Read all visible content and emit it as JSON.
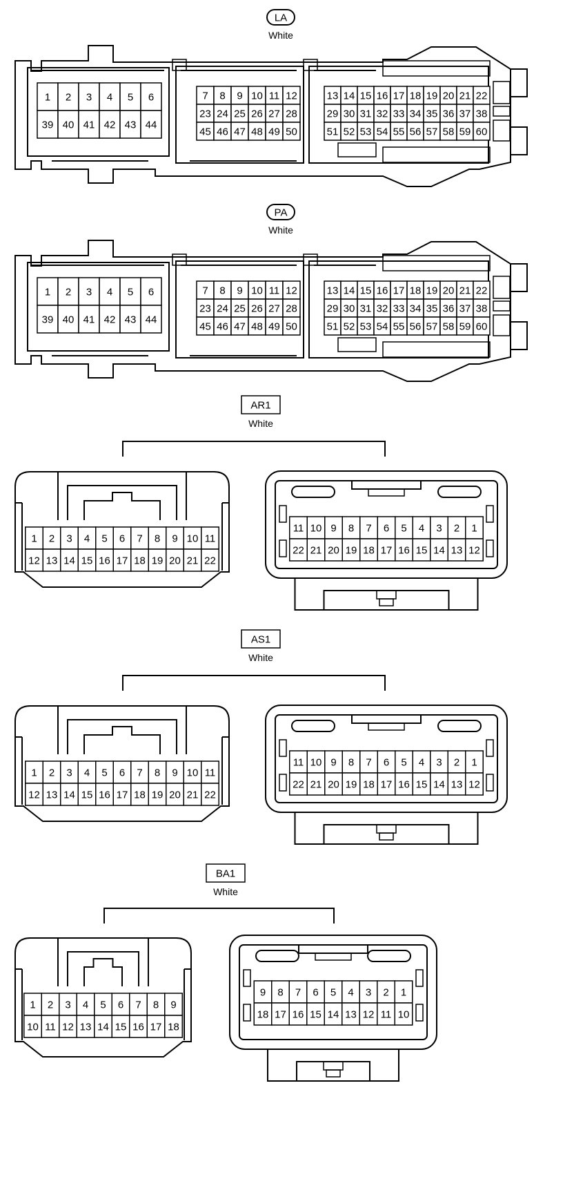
{
  "connectors": [
    {
      "id": "LA",
      "code": "LA",
      "color": "White",
      "label_style": "rounded",
      "pin_groups": [
        {
          "name": "left-block",
          "rows": [
            [
              "1",
              "2",
              "3",
              "4",
              "5",
              "6"
            ],
            [
              "39",
              "40",
              "41",
              "42",
              "43",
              "44"
            ]
          ]
        },
        {
          "name": "middle-block",
          "rows": [
            [
              "7",
              "8",
              "9",
              "10",
              "11",
              "12"
            ],
            [
              "23",
              "24",
              "25",
              "26",
              "27",
              "28"
            ],
            [
              "45",
              "46",
              "47",
              "48",
              "49",
              "50"
            ]
          ]
        },
        {
          "name": "right-block",
          "rows": [
            [
              "13",
              "14",
              "15",
              "16",
              "17",
              "18",
              "19",
              "20",
              "21",
              "22"
            ],
            [
              "29",
              "30",
              "31",
              "32",
              "33",
              "34",
              "35",
              "36",
              "37",
              "38"
            ],
            [
              "51",
              "52",
              "53",
              "54",
              "55",
              "56",
              "57",
              "58",
              "59",
              "60"
            ]
          ]
        }
      ]
    },
    {
      "id": "PA",
      "code": "PA",
      "color": "White",
      "label_style": "rounded",
      "pin_groups": [
        {
          "name": "left-block",
          "rows": [
            [
              "1",
              "2",
              "3",
              "4",
              "5",
              "6"
            ],
            [
              "39",
              "40",
              "41",
              "42",
              "43",
              "44"
            ]
          ]
        },
        {
          "name": "middle-block",
          "rows": [
            [
              "7",
              "8",
              "9",
              "10",
              "11",
              "12"
            ],
            [
              "23",
              "24",
              "25",
              "26",
              "27",
              "28"
            ],
            [
              "45",
              "46",
              "47",
              "48",
              "49",
              "50"
            ]
          ]
        },
        {
          "name": "right-block",
          "rows": [
            [
              "13",
              "14",
              "15",
              "16",
              "17",
              "18",
              "19",
              "20",
              "21",
              "22"
            ],
            [
              "29",
              "30",
              "31",
              "32",
              "33",
              "34",
              "35",
              "36",
              "37",
              "38"
            ],
            [
              "51",
              "52",
              "53",
              "54",
              "55",
              "56",
              "57",
              "58",
              "59",
              "60"
            ]
          ]
        }
      ]
    },
    {
      "id": "AR1",
      "code": "AR1",
      "color": "White",
      "label_style": "box",
      "pin_groups": [
        {
          "name": "male-side",
          "rows": [
            [
              "1",
              "2",
              "3",
              "4",
              "5",
              "6",
              "7",
              "8",
              "9",
              "10",
              "11"
            ],
            [
              "12",
              "13",
              "14",
              "15",
              "16",
              "17",
              "18",
              "19",
              "20",
              "21",
              "22"
            ]
          ]
        },
        {
          "name": "female-side",
          "rows": [
            [
              "11",
              "10",
              "9",
              "8",
              "7",
              "6",
              "5",
              "4",
              "3",
              "2",
              "1"
            ],
            [
              "22",
              "21",
              "20",
              "19",
              "18",
              "17",
              "16",
              "15",
              "14",
              "13",
              "12"
            ]
          ]
        }
      ]
    },
    {
      "id": "AS1",
      "code": "AS1",
      "color": "White",
      "label_style": "box",
      "pin_groups": [
        {
          "name": "male-side",
          "rows": [
            [
              "1",
              "2",
              "3",
              "4",
              "5",
              "6",
              "7",
              "8",
              "9",
              "10",
              "11"
            ],
            [
              "12",
              "13",
              "14",
              "15",
              "16",
              "17",
              "18",
              "19",
              "20",
              "21",
              "22"
            ]
          ]
        },
        {
          "name": "female-side",
          "rows": [
            [
              "11",
              "10",
              "9",
              "8",
              "7",
              "6",
              "5",
              "4",
              "3",
              "2",
              "1"
            ],
            [
              "22",
              "21",
              "20",
              "19",
              "18",
              "17",
              "16",
              "15",
              "14",
              "13",
              "12"
            ]
          ]
        }
      ]
    },
    {
      "id": "BA1",
      "code": "BA1",
      "color": "White",
      "label_style": "box",
      "pin_groups": [
        {
          "name": "male-side",
          "rows": [
            [
              "1",
              "2",
              "3",
              "4",
              "5",
              "6",
              "7",
              "8",
              "9"
            ],
            [
              "10",
              "11",
              "12",
              "13",
              "14",
              "15",
              "16",
              "17",
              "18"
            ]
          ]
        },
        {
          "name": "female-side",
          "rows": [
            [
              "9",
              "8",
              "7",
              "6",
              "5",
              "4",
              "3",
              "2",
              "1"
            ],
            [
              "18",
              "17",
              "16",
              "15",
              "14",
              "13",
              "12",
              "11",
              "10"
            ]
          ]
        }
      ]
    }
  ]
}
